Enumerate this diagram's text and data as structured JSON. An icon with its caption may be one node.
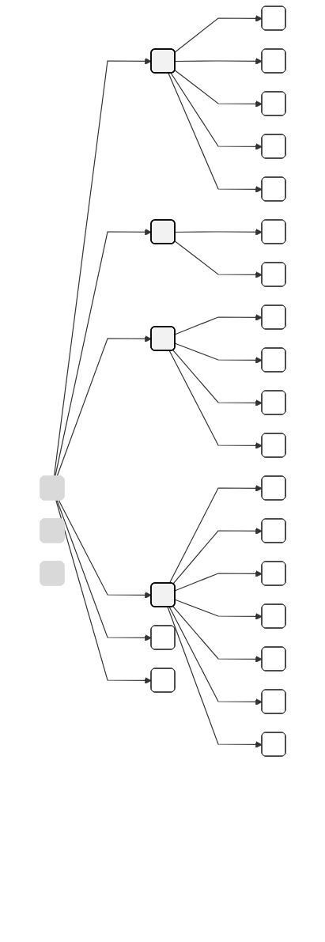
{
  "diagram": {
    "nodes": [
      {
        "text": [],
        "shape": "box"
      },
      {
        "text": [],
        "shape": "box"
      },
      {
        "text": [],
        "shape": "box"
      },
      {
        "text": [],
        "shape": "box"
      },
      {
        "text": [],
        "shape": "box"
      },
      {
        "text": [],
        "shape": "box"
      },
      {
        "text": [],
        "shape": "box"
      },
      {
        "text": [],
        "shape": "box"
      },
      {
        "text": [],
        "shape": "box"
      },
      {
        "text": [],
        "shape": "box"
      },
      {
        "text": [],
        "shape": "box"
      },
      {
        "text": [],
        "shape": "box"
      },
      {
        "text": [],
        "shape": "box"
      },
      {
        "text": [],
        "shape": "box"
      },
      {
        "text": [],
        "shape": "box"
      },
      {
        "text": [],
        "shape": "box"
      },
      {
        "text": [],
        "shape": "box"
      },
      {
        "text": [],
        "shape": "box"
      },
      {
        "text": [],
        "shape": "box"
      },
      {
        "text": [],
        "shape": "box"
      },
      {
        "text": [],
        "shape": "box"
      },
      {
        "text": [],
        "shape": "box"
      },
      {
        "text": [],
        "shape": "box"
      },
      {
        "text": [],
        "shape": "box"
      },
      {
        "text": [],
        "shape": "box"
      },
      {
        "text": [],
        "shape": "box"
      },
      {
        "text": [],
        "shape": "box"
      }
    ],
    "edges": [
      {
        "from": 2,
        "to": 3,
        "arrow": "to"
      },
      {
        "from": 2,
        "to": 9,
        "arrow": "to"
      },
      {
        "from": 2,
        "to": 12,
        "arrow": "to"
      },
      {
        "from": 2,
        "to": 17,
        "arrow": "to"
      },
      {
        "from": 2,
        "to": 25,
        "arrow": "to"
      },
      {
        "from": 2,
        "to": 26,
        "arrow": "to"
      },
      {
        "from": 3,
        "to": 4,
        "arrow": "to"
      },
      {
        "from": 3,
        "to": 5,
        "arrow": "to"
      },
      {
        "from": 3,
        "to": 6,
        "arrow": "to"
      },
      {
        "from": 3,
        "to": 7,
        "arrow": "to"
      },
      {
        "from": 3,
        "to": 8,
        "arrow": "to"
      },
      {
        "from": 9,
        "to": 10,
        "arrow": "to"
      },
      {
        "from": 9,
        "to": 11,
        "arrow": "to"
      },
      {
        "from": 12,
        "to": 13,
        "arrow": "to"
      },
      {
        "from": 12,
        "to": 14,
        "arrow": "to"
      },
      {
        "from": 12,
        "to": 15,
        "arrow": "to"
      },
      {
        "from": 12,
        "to": 16,
        "arrow": "to"
      },
      {
        "from": 17,
        "to": 18,
        "arrow": "to"
      },
      {
        "from": 17,
        "to": 19,
        "arrow": "to"
      },
      {
        "from": 17,
        "to": 20,
        "arrow": "to"
      },
      {
        "from": 17,
        "to": 21,
        "arrow": "to"
      },
      {
        "from": 17,
        "to": 22,
        "arrow": "to"
      },
      {
        "from": 17,
        "to": 23,
        "arrow": "to"
      },
      {
        "from": 17,
        "to": 24,
        "arrow": "to"
      }
    ]
  }
}
